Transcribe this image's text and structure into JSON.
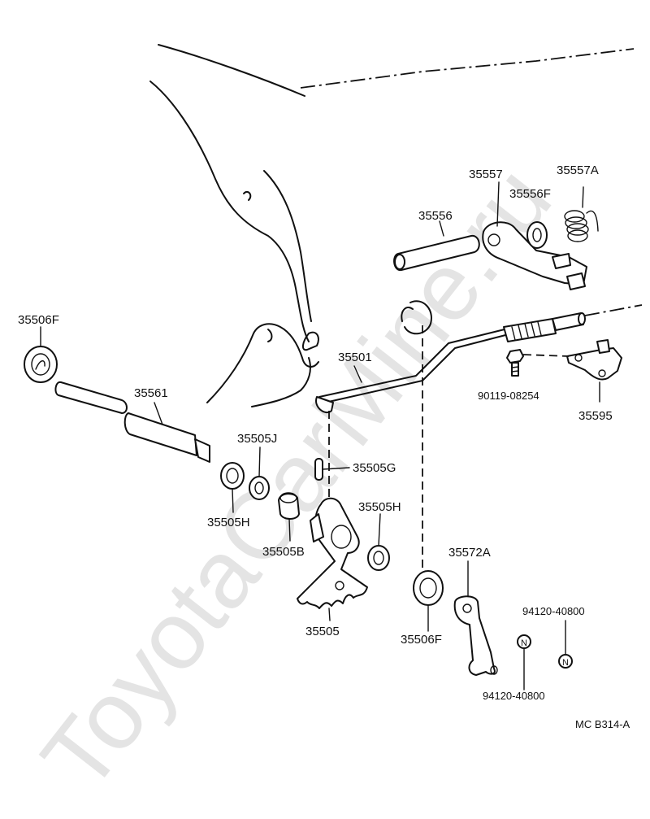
{
  "watermark": "ToyotaCarMine.ru",
  "diagram_code": "MC B314-A",
  "labels": {
    "p35506F_top": "35506F",
    "p35561": "35561",
    "p35557": "35557",
    "p35557A": "35557A",
    "p35556F": "35556F",
    "p35556": "35556",
    "p35501": "35501",
    "p90119": "90119-08254",
    "p35595": "35595",
    "p35505J": "35505J",
    "p35505G": "35505G",
    "p35505H_left": "35505H",
    "p35505H_right": "35505H",
    "p35505B": "35505B",
    "p35505": "35505",
    "p35506F_bottom": "35506F",
    "p35572A": "35572A",
    "p94120_right": "94120-40800",
    "p94120_bottom": "94120-40800"
  },
  "nut_marks": {
    "nut_left": "N",
    "nut_right": "N"
  }
}
